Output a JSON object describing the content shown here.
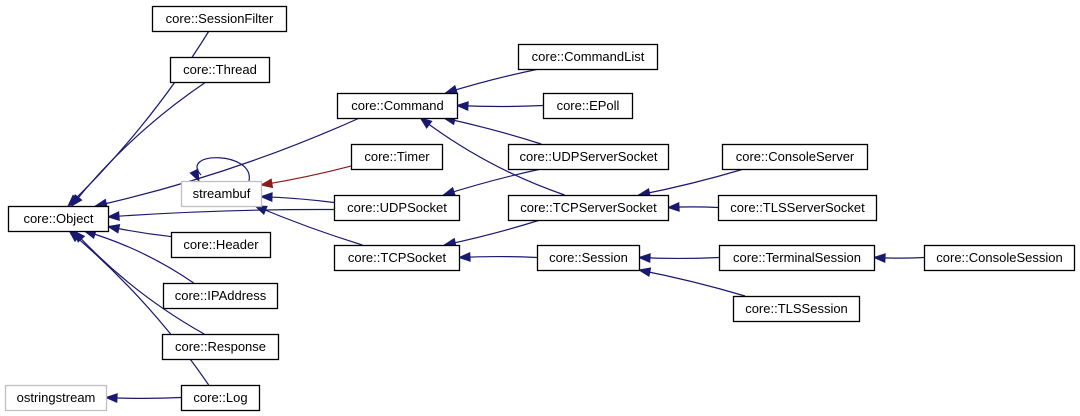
{
  "diagram": {
    "colors": {
      "edge": "#191970",
      "edge_protected": "#8b1a1a",
      "node_border": "#000000",
      "external_border": "#bfbfbf"
    },
    "nodes": [
      {
        "id": "object",
        "label": "core::Object"
      },
      {
        "id": "sessionfilter",
        "label": "core::SessionFilter"
      },
      {
        "id": "thread",
        "label": "core::Thread"
      },
      {
        "id": "streambuf",
        "label": "streambuf",
        "external": true
      },
      {
        "id": "header",
        "label": "core::Header"
      },
      {
        "id": "ipaddress",
        "label": "core::IPAddress"
      },
      {
        "id": "response",
        "label": "core::Response"
      },
      {
        "id": "ostringstream",
        "label": "ostringstream",
        "external": true
      },
      {
        "id": "log",
        "label": "core::Log"
      },
      {
        "id": "command",
        "label": "core::Command"
      },
      {
        "id": "timer",
        "label": "core::Timer"
      },
      {
        "id": "udpsocket",
        "label": "core::UDPSocket"
      },
      {
        "id": "tcpsocket",
        "label": "core::TCPSocket"
      },
      {
        "id": "commandlist",
        "label": "core::CommandList"
      },
      {
        "id": "epoll",
        "label": "core::EPoll"
      },
      {
        "id": "udpserversocket",
        "label": "core::UDPServerSocket"
      },
      {
        "id": "tcpserversocket",
        "label": "core::TCPServerSocket"
      },
      {
        "id": "session",
        "label": "core::Session"
      },
      {
        "id": "consoleserver",
        "label": "core::ConsoleServer"
      },
      {
        "id": "tlsserversocket",
        "label": "core::TLSServerSocket"
      },
      {
        "id": "terminalsession",
        "label": "core::TerminalSession"
      },
      {
        "id": "tlssession",
        "label": "core::TLSSession"
      },
      {
        "id": "consolesession",
        "label": "core::ConsoleSession"
      }
    ],
    "edges": [
      {
        "from": "sessionfilter",
        "to": "object"
      },
      {
        "from": "thread",
        "to": "object"
      },
      {
        "from": "command",
        "to": "object"
      },
      {
        "from": "udpsocket",
        "to": "object"
      },
      {
        "from": "header",
        "to": "object"
      },
      {
        "from": "ipaddress",
        "to": "object"
      },
      {
        "from": "response",
        "to": "object"
      },
      {
        "from": "log",
        "to": "object"
      },
      {
        "from": "log",
        "to": "ostringstream"
      },
      {
        "from": "streambuf",
        "to": "streambuf",
        "style": "self"
      },
      {
        "from": "timer",
        "to": "streambuf",
        "style": "protected"
      },
      {
        "from": "udpsocket",
        "to": "streambuf"
      },
      {
        "from": "tcpsocket",
        "to": "streambuf"
      },
      {
        "from": "commandlist",
        "to": "command"
      },
      {
        "from": "epoll",
        "to": "command"
      },
      {
        "from": "udpserversocket",
        "to": "command"
      },
      {
        "from": "tcpserversocket",
        "to": "command"
      },
      {
        "from": "udpserversocket",
        "to": "udpsocket"
      },
      {
        "from": "tcpserversocket",
        "to": "tcpsocket"
      },
      {
        "from": "session",
        "to": "tcpsocket"
      },
      {
        "from": "consoleserver",
        "to": "tcpserversocket"
      },
      {
        "from": "tlsserversocket",
        "to": "tcpserversocket"
      },
      {
        "from": "terminalsession",
        "to": "session"
      },
      {
        "from": "tlssession",
        "to": "session"
      },
      {
        "from": "consolesession",
        "to": "terminalsession"
      }
    ]
  }
}
